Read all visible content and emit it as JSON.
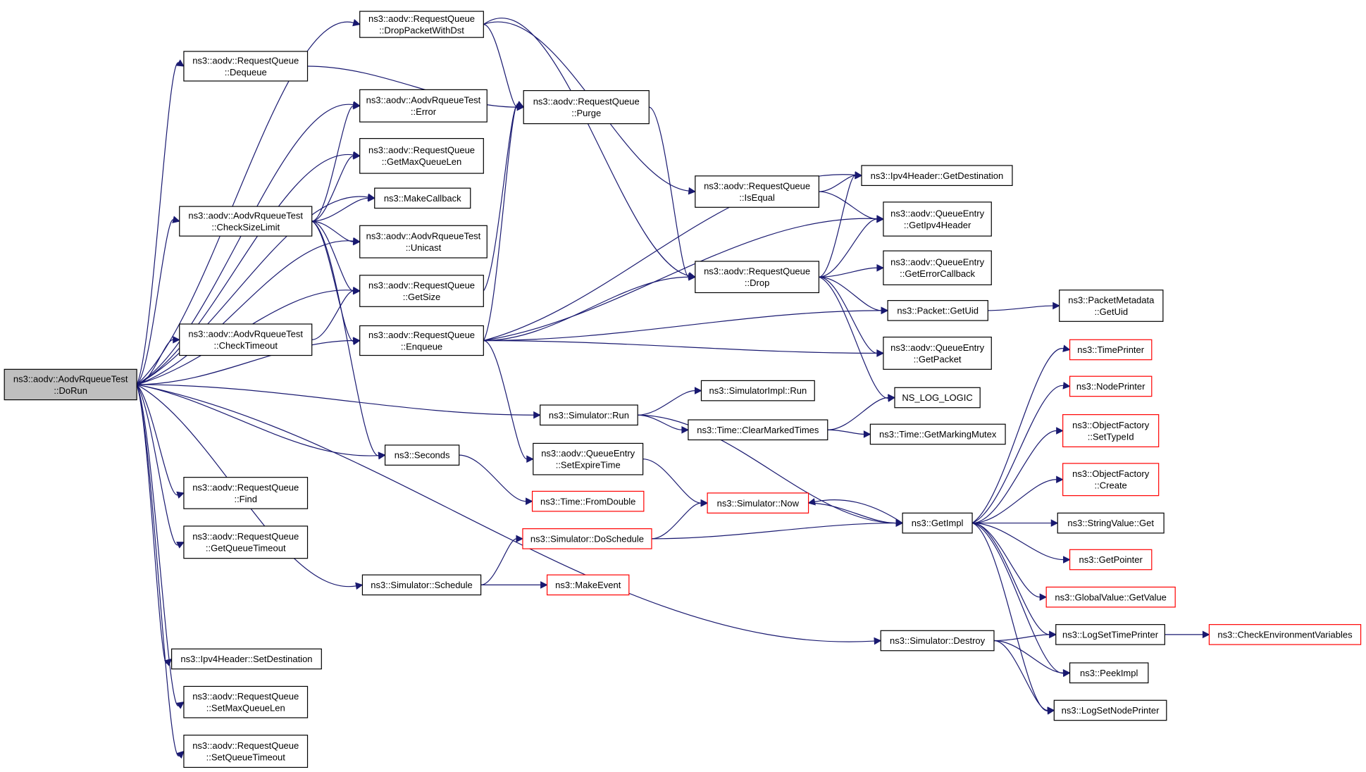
{
  "diagram": {
    "title": "",
    "nodes": [
      {
        "id": "dorun",
        "lines": [
          "ns3::aodv::AodvRqueueTest",
          "::DoRun"
        ],
        "style": "root"
      },
      {
        "id": "dropdst",
        "lines": [
          "ns3::aodv::RequestQueue",
          "::DropPacketWithDst"
        ],
        "style": "normal"
      },
      {
        "id": "dequeue",
        "lines": [
          "ns3::aodv::RequestQueue",
          "::Dequeue"
        ],
        "style": "normal"
      },
      {
        "id": "error",
        "lines": [
          "ns3::aodv::AodvRqueueTest",
          "::Error"
        ],
        "style": "normal"
      },
      {
        "id": "getmaxqlen",
        "lines": [
          "ns3::aodv::RequestQueue",
          "::GetMaxQueueLen"
        ],
        "style": "normal"
      },
      {
        "id": "makecallback",
        "lines": [
          "ns3::MakeCallback"
        ],
        "style": "normal"
      },
      {
        "id": "checksize",
        "lines": [
          "ns3::aodv::AodvRqueueTest",
          "::CheckSizeLimit"
        ],
        "style": "normal"
      },
      {
        "id": "unicast",
        "lines": [
          "ns3::aodv::AodvRqueueTest",
          "::Unicast"
        ],
        "style": "normal"
      },
      {
        "id": "getsize",
        "lines": [
          "ns3::aodv::RequestQueue",
          "::GetSize"
        ],
        "style": "normal"
      },
      {
        "id": "checktimeout",
        "lines": [
          "ns3::aodv::AodvRqueueTest",
          "::CheckTimeout"
        ],
        "style": "normal"
      },
      {
        "id": "enqueue",
        "lines": [
          "ns3::aodv::RequestQueue",
          "::Enqueue"
        ],
        "style": "normal"
      },
      {
        "id": "purge",
        "lines": [
          "ns3::aodv::RequestQueue",
          "::Purge"
        ],
        "style": "normal"
      },
      {
        "id": "isequal",
        "lines": [
          "ns3::aodv::RequestQueue",
          "::IsEqual"
        ],
        "style": "normal"
      },
      {
        "id": "drop",
        "lines": [
          "ns3::aodv::RequestQueue",
          "::Drop"
        ],
        "style": "normal"
      },
      {
        "id": "ipv4getdest",
        "lines": [
          "ns3::Ipv4Header::GetDestination"
        ],
        "style": "normal"
      },
      {
        "id": "getipv4hdr",
        "lines": [
          "ns3::aodv::QueueEntry",
          "::GetIpv4Header"
        ],
        "style": "normal"
      },
      {
        "id": "geterrcb",
        "lines": [
          "ns3::aodv::QueueEntry",
          "::GetErrorCallback"
        ],
        "style": "normal"
      },
      {
        "id": "packetgetuid",
        "lines": [
          "ns3::Packet::GetUid"
        ],
        "style": "normal"
      },
      {
        "id": "pmgetuid",
        "lines": [
          "ns3::PacketMetadata",
          "::GetUid"
        ],
        "style": "normal"
      },
      {
        "id": "getpacket",
        "lines": [
          "ns3::aodv::QueueEntry",
          "::GetPacket"
        ],
        "style": "normal"
      },
      {
        "id": "nslog",
        "lines": [
          "NS_LOG_LOGIC"
        ],
        "style": "normal"
      },
      {
        "id": "simimplrun",
        "lines": [
          "ns3::SimulatorImpl::Run"
        ],
        "style": "normal"
      },
      {
        "id": "simrun",
        "lines": [
          "ns3::Simulator::Run"
        ],
        "style": "normal"
      },
      {
        "id": "clearmarked",
        "lines": [
          "ns3::Time::ClearMarkedTimes"
        ],
        "style": "normal"
      },
      {
        "id": "getmarkmutex",
        "lines": [
          "ns3::Time::GetMarkingMutex"
        ],
        "style": "normal"
      },
      {
        "id": "seconds",
        "lines": [
          "ns3::Seconds"
        ],
        "style": "normal"
      },
      {
        "id": "setexpire",
        "lines": [
          "ns3::aodv::QueueEntry",
          "::SetExpireTime"
        ],
        "style": "normal"
      },
      {
        "id": "fromdouble",
        "lines": [
          "ns3::Time::FromDouble"
        ],
        "style": "red"
      },
      {
        "id": "simnow",
        "lines": [
          "ns3::Simulator::Now"
        ],
        "style": "red"
      },
      {
        "id": "getimpl",
        "lines": [
          "ns3::GetImpl"
        ],
        "style": "normal"
      },
      {
        "id": "find",
        "lines": [
          "ns3::aodv::RequestQueue",
          "::Find"
        ],
        "style": "normal"
      },
      {
        "id": "getqtimeout",
        "lines": [
          "ns3::aodv::RequestQueue",
          "::GetQueueTimeout"
        ],
        "style": "normal"
      },
      {
        "id": "doschedule",
        "lines": [
          "ns3::Simulator::DoSchedule"
        ],
        "style": "red"
      },
      {
        "id": "schedule",
        "lines": [
          "ns3::Simulator::Schedule"
        ],
        "style": "normal"
      },
      {
        "id": "makeevent",
        "lines": [
          "ns3::MakeEvent"
        ],
        "style": "red"
      },
      {
        "id": "destroy",
        "lines": [
          "ns3::Simulator::Destroy"
        ],
        "style": "normal"
      },
      {
        "id": "ipv4setdest",
        "lines": [
          "ns3::Ipv4Header::SetDestination"
        ],
        "style": "normal"
      },
      {
        "id": "setmaxqlen",
        "lines": [
          "ns3::aodv::RequestQueue",
          "::SetMaxQueueLen"
        ],
        "style": "normal"
      },
      {
        "id": "setqtimeout",
        "lines": [
          "ns3::aodv::RequestQueue",
          "::SetQueueTimeout"
        ],
        "style": "normal"
      },
      {
        "id": "timeprinter",
        "lines": [
          "ns3::TimePrinter"
        ],
        "style": "red"
      },
      {
        "id": "nodeprinter",
        "lines": [
          "ns3::NodePrinter"
        ],
        "style": "red"
      },
      {
        "id": "ofsettypeid",
        "lines": [
          "ns3::ObjectFactory",
          "::SetTypeId"
        ],
        "style": "red"
      },
      {
        "id": "ofcreate",
        "lines": [
          "ns3::ObjectFactory",
          "::Create"
        ],
        "style": "red"
      },
      {
        "id": "strget",
        "lines": [
          "ns3::StringValue::Get"
        ],
        "style": "normal"
      },
      {
        "id": "getpointer",
        "lines": [
          "ns3::GetPointer"
        ],
        "style": "red"
      },
      {
        "id": "gvgetvalue",
        "lines": [
          "ns3::GlobalValue::GetValue"
        ],
        "style": "red"
      },
      {
        "id": "logsettime",
        "lines": [
          "ns3::LogSetTimePrinter"
        ],
        "style": "normal"
      },
      {
        "id": "checkenv",
        "lines": [
          "ns3::CheckEnvironmentVariables"
        ],
        "style": "red"
      },
      {
        "id": "peekimpl",
        "lines": [
          "ns3::PeekImpl"
        ],
        "style": "normal"
      },
      {
        "id": "logsetnode",
        "lines": [
          "ns3::LogSetNodePrinter"
        ],
        "style": "normal"
      }
    ],
    "edges": [
      [
        "dorun",
        "dropdst"
      ],
      [
        "dorun",
        "dequeue"
      ],
      [
        "dorun",
        "error"
      ],
      [
        "dorun",
        "getmaxqlen"
      ],
      [
        "dorun",
        "makecallback"
      ],
      [
        "dorun",
        "checksize"
      ],
      [
        "dorun",
        "unicast"
      ],
      [
        "dorun",
        "getsize"
      ],
      [
        "dorun",
        "checktimeout"
      ],
      [
        "dorun",
        "enqueue"
      ],
      [
        "dorun",
        "simrun"
      ],
      [
        "dorun",
        "seconds"
      ],
      [
        "dorun",
        "find"
      ],
      [
        "dorun",
        "getqtimeout"
      ],
      [
        "dorun",
        "schedule"
      ],
      [
        "dorun",
        "destroy"
      ],
      [
        "dorun",
        "ipv4setdest"
      ],
      [
        "dorun",
        "setmaxqlen"
      ],
      [
        "dorun",
        "setqtimeout"
      ],
      [
        "dropdst",
        "purge"
      ],
      [
        "dropdst",
        "isequal"
      ],
      [
        "dropdst",
        "drop"
      ],
      [
        "dequeue",
        "purge"
      ],
      [
        "checksize",
        "error"
      ],
      [
        "checksize",
        "getmaxqlen"
      ],
      [
        "checksize",
        "makecallback"
      ],
      [
        "checksize",
        "unicast"
      ],
      [
        "checksize",
        "getsize"
      ],
      [
        "checksize",
        "enqueue"
      ],
      [
        "checksize",
        "seconds"
      ],
      [
        "checktimeout",
        "getsize"
      ],
      [
        "getsize",
        "purge"
      ],
      [
        "enqueue",
        "purge"
      ],
      [
        "enqueue",
        "ipv4getdest"
      ],
      [
        "enqueue",
        "getipv4hdr"
      ],
      [
        "enqueue",
        "drop"
      ],
      [
        "enqueue",
        "packetgetuid"
      ],
      [
        "enqueue",
        "getpacket"
      ],
      [
        "enqueue",
        "setexpire"
      ],
      [
        "purge",
        "drop"
      ],
      [
        "isequal",
        "ipv4getdest"
      ],
      [
        "isequal",
        "getipv4hdr"
      ],
      [
        "drop",
        "ipv4getdest"
      ],
      [
        "drop",
        "getipv4hdr"
      ],
      [
        "drop",
        "geterrcb"
      ],
      [
        "drop",
        "packetgetuid"
      ],
      [
        "drop",
        "getpacket"
      ],
      [
        "drop",
        "nslog"
      ],
      [
        "packetgetuid",
        "pmgetuid"
      ],
      [
        "simrun",
        "simimplrun"
      ],
      [
        "simrun",
        "clearmarked"
      ],
      [
        "simrun",
        "getimpl"
      ],
      [
        "clearmarked",
        "nslog"
      ],
      [
        "clearmarked",
        "getmarkmutex"
      ],
      [
        "seconds",
        "fromdouble"
      ],
      [
        "setexpire",
        "simnow"
      ],
      [
        "simnow",
        "getimpl"
      ],
      [
        "schedule",
        "doschedule"
      ],
      [
        "schedule",
        "makeevent"
      ],
      [
        "doschedule",
        "simnow"
      ],
      [
        "doschedule",
        "getimpl"
      ],
      [
        "destroy",
        "logsettime"
      ],
      [
        "destroy",
        "peekimpl"
      ],
      [
        "destroy",
        "logsetnode"
      ],
      [
        "getimpl",
        "timeprinter"
      ],
      [
        "getimpl",
        "nodeprinter"
      ],
      [
        "getimpl",
        "ofsettypeid"
      ],
      [
        "getimpl",
        "ofcreate"
      ],
      [
        "getimpl",
        "strget"
      ],
      [
        "getimpl",
        "getpointer"
      ],
      [
        "getimpl",
        "gvgetvalue"
      ],
      [
        "getimpl",
        "logsettime"
      ],
      [
        "getimpl",
        "peekimpl"
      ],
      [
        "getimpl",
        "logsetnode"
      ],
      [
        "getimpl",
        "simnow"
      ],
      [
        "logsettime",
        "checkenv"
      ]
    ],
    "colors": {
      "edge": "#191970",
      "root_fill": "#bfbfbf",
      "border": "#000000",
      "external_border": "#ff0000"
    }
  }
}
